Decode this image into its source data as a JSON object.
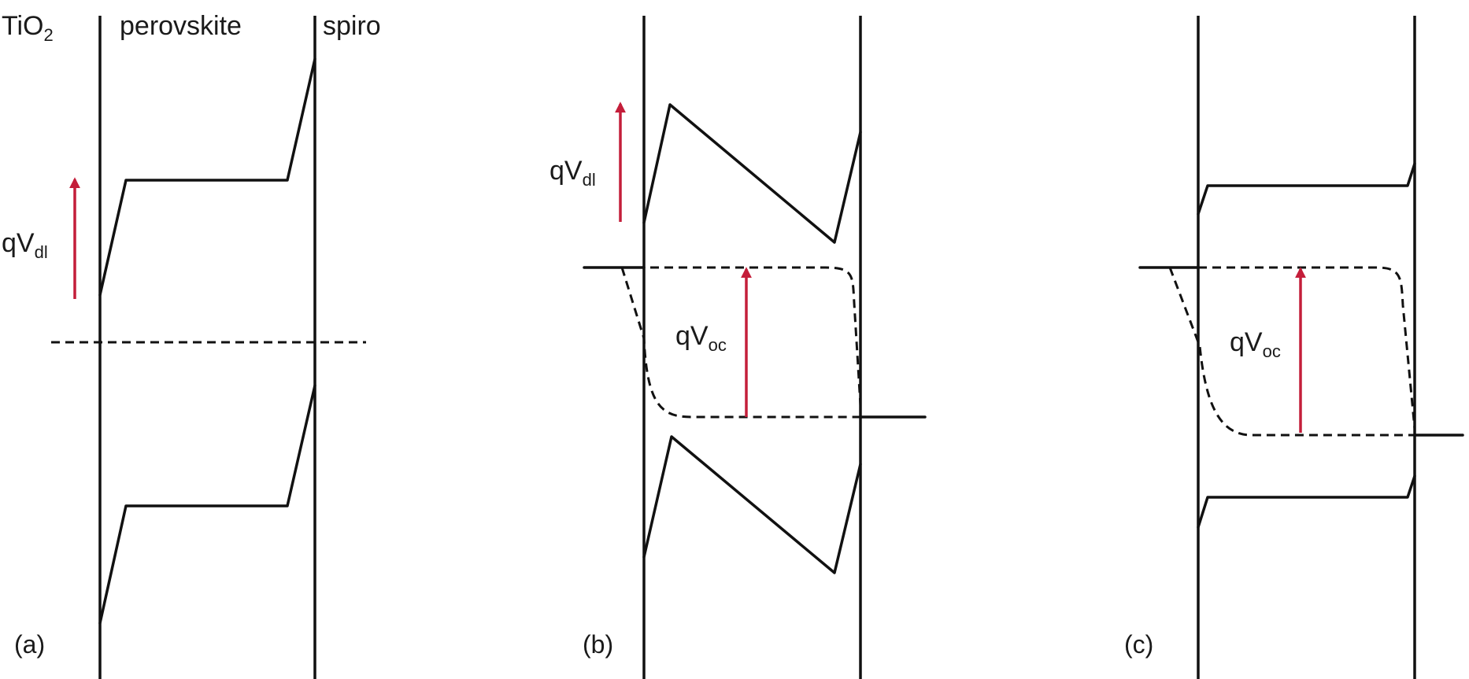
{
  "labels": {
    "tio2_main": "TiO",
    "tio2_sub": "2",
    "perovskite": "perovskite",
    "spiro": "spiro",
    "q": "q",
    "v": "V",
    "dl_sub": "dl",
    "oc_sub": "oc"
  },
  "panels": [
    {
      "id": "a",
      "label": "(a)"
    },
    {
      "id": "b",
      "label": "(b)"
    },
    {
      "id": "c",
      "label": "(c)"
    }
  ],
  "colors": {
    "line": "#111111",
    "arrow": "#c41e3a",
    "text": "#1a1a1a",
    "background": "#ffffff"
  }
}
